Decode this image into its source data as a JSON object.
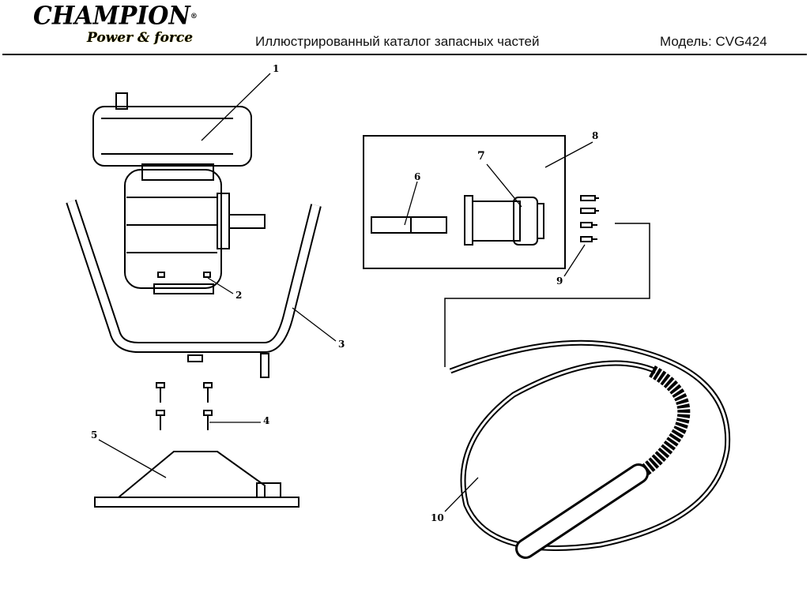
{
  "header": {
    "brand": "CHAMPION",
    "tagline": "Power & force",
    "title": "Иллюстрированный каталог запасных частей",
    "model": "Модель: CVG424"
  },
  "callouts": [
    "1",
    "2",
    "3",
    "4",
    "5",
    "6",
    "7",
    "8",
    "9",
    "10"
  ]
}
